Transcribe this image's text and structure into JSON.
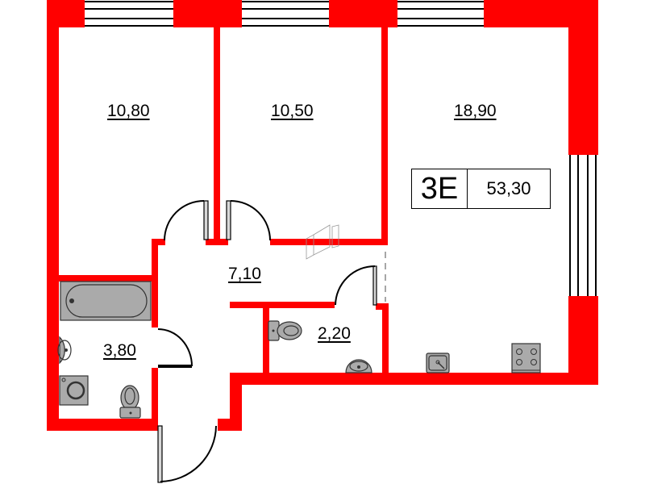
{
  "plan": {
    "apartment_type": "3E",
    "total_area": "53,30",
    "rooms": [
      {
        "id": "bedroom-1",
        "area": "10,80"
      },
      {
        "id": "bedroom-2",
        "area": "10,50"
      },
      {
        "id": "living-kitchen",
        "area": "18,90"
      },
      {
        "id": "hallway",
        "area": "7,10"
      },
      {
        "id": "bathroom",
        "area": "3,80"
      },
      {
        "id": "toilet",
        "area": "2,20"
      }
    ],
    "fixtures": [
      "bathtub",
      "washbasin",
      "washing-machine",
      "toilet",
      "toilet",
      "washbasin",
      "kitchen-sink",
      "stove"
    ],
    "colors": {
      "wall": "#ff0000",
      "fixture": "#aaaaaa",
      "line": "#000000"
    }
  }
}
